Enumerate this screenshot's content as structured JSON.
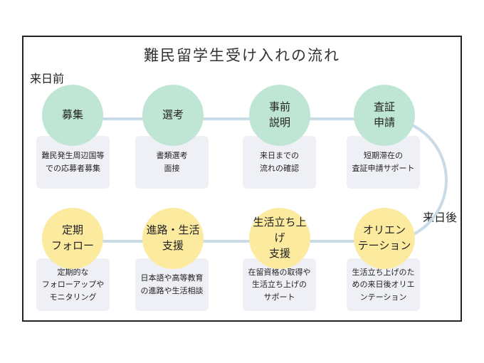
{
  "title": "難民留学生受け入れの流れ",
  "phases": {
    "before": "来日前",
    "after": "来日後"
  },
  "steps_top": [
    {
      "label": "募集",
      "desc": "難民発生周辺国等\nでの応募者募集"
    },
    {
      "label": "選考",
      "desc": "書類選考\n面接"
    },
    {
      "label": "事前\n説明",
      "desc": "来日までの\n流れの確認"
    },
    {
      "label": "査証\n申請",
      "desc": "短期滞在の\n査証申請サポート"
    }
  ],
  "steps_bottom": [
    {
      "label": "定期\nフォロー",
      "desc": "定期的な\nフォローアップや\nモニタリング"
    },
    {
      "label": "進路・生活\n支援",
      "desc": "日本語や高等教育\nの進路や生活相談"
    },
    {
      "label": "生活立ち上げ\n支援",
      "desc": "在留資格の取得や\n生活立ち上げの\nサポート"
    },
    {
      "label": "オリエン\nテーション",
      "desc": "生活立ち上げのた\nめの来日後オリエ\nンテーション"
    }
  ],
  "colors": {
    "before": "#bfe6d5",
    "after": "#fcea9e",
    "connector": "#c9dbe6",
    "card": "#eef0f6"
  }
}
